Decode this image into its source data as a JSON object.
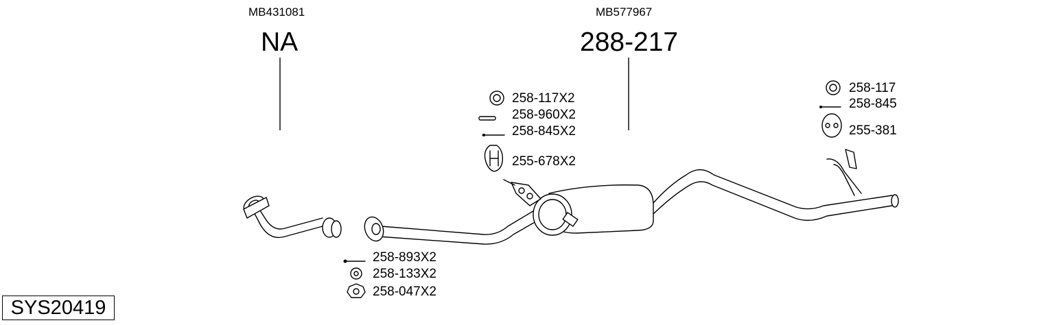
{
  "assemblies": [
    {
      "oem": "MB431081",
      "number": "NA"
    },
    {
      "oem": "MB577967",
      "number": "288-217"
    }
  ],
  "center_parts": [
    "258-117X2",
    "258-960X2",
    "258-845X2",
    "255-678X2"
  ],
  "right_parts": [
    "258-117",
    "258-845",
    "255-381"
  ],
  "bottom_parts": [
    "258-893X2",
    "258-133X2",
    "258-047X2"
  ],
  "system_code": "SYS20419"
}
